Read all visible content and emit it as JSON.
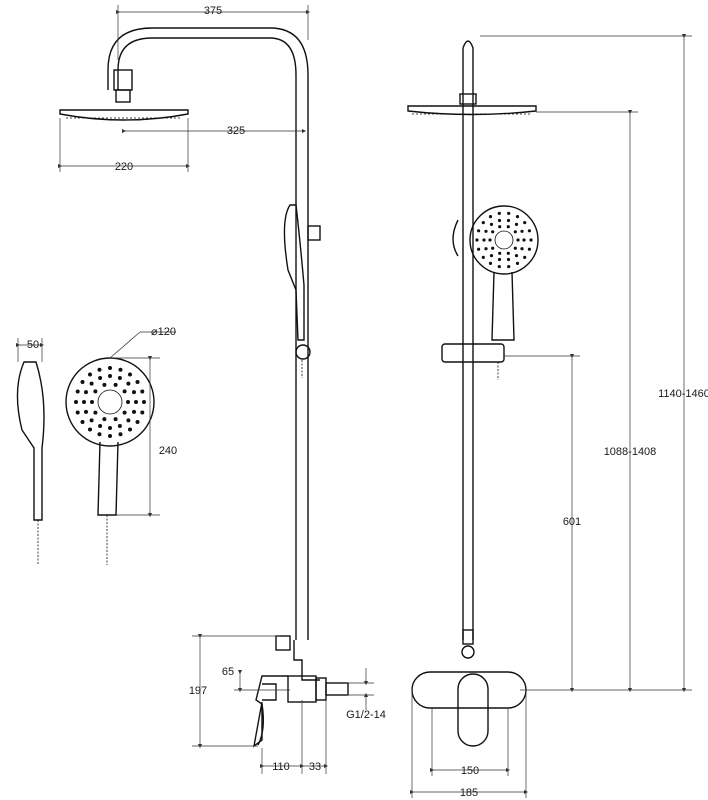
{
  "dimensions": {
    "arm_length": "375",
    "arm_reach": "325",
    "head_diameter": "220",
    "hand_depth": "50",
    "hand_diameter": "⌀120",
    "hand_length": "240",
    "max_height": "1140-1460",
    "head_height": "1088-1408",
    "holder_height": "601",
    "mixer_height": "197",
    "mixer_offset": "65",
    "thread": "G1/2-14",
    "mixer_depth": "110",
    "outlet_depth": "33",
    "mixer_width_inner": "150",
    "mixer_width_outer": "185"
  },
  "colors": {
    "line": "#111111",
    "dimension": "#333333",
    "background": "#ffffff"
  }
}
